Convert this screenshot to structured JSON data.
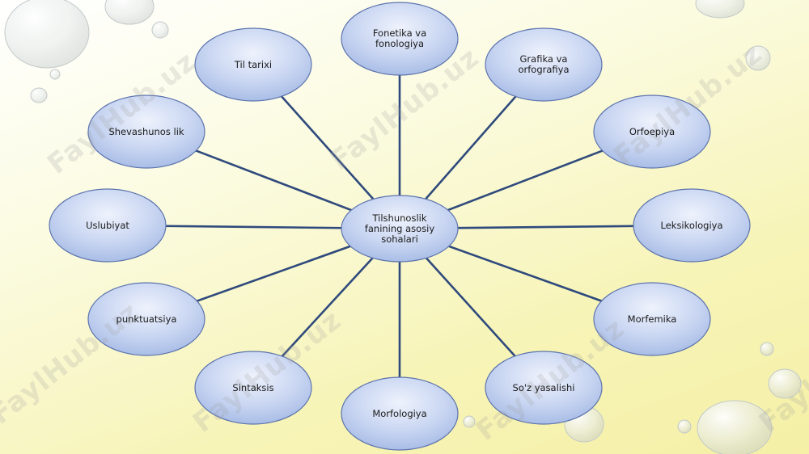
{
  "diagram": {
    "center": {
      "label": "Tilshunoslik fanining asosiy sohalari"
    },
    "nodes": [
      {
        "label": "Fonetika va fonologiya"
      },
      {
        "label": "Grafika va orfografiya"
      },
      {
        "label": "Orfoepiya"
      },
      {
        "label": "Leksikologiya"
      },
      {
        "label": "Morfemika"
      },
      {
        "label": "So'z yasalishi"
      },
      {
        "label": "Morfologiya"
      },
      {
        "label": "Sintaksis"
      },
      {
        "label": "punktuatsiya"
      },
      {
        "label": "Uslubiyat"
      },
      {
        "label": "Shevashunos lik"
      },
      {
        "label": "Til tarixi"
      }
    ]
  },
  "watermark": {
    "text": "FaylHub.uz"
  },
  "colors": {
    "node_fill_top": "#e4ebfa",
    "node_fill_bottom": "#a9bde6",
    "node_stroke": "#5d74ad",
    "connector": "#2f4a7c"
  }
}
